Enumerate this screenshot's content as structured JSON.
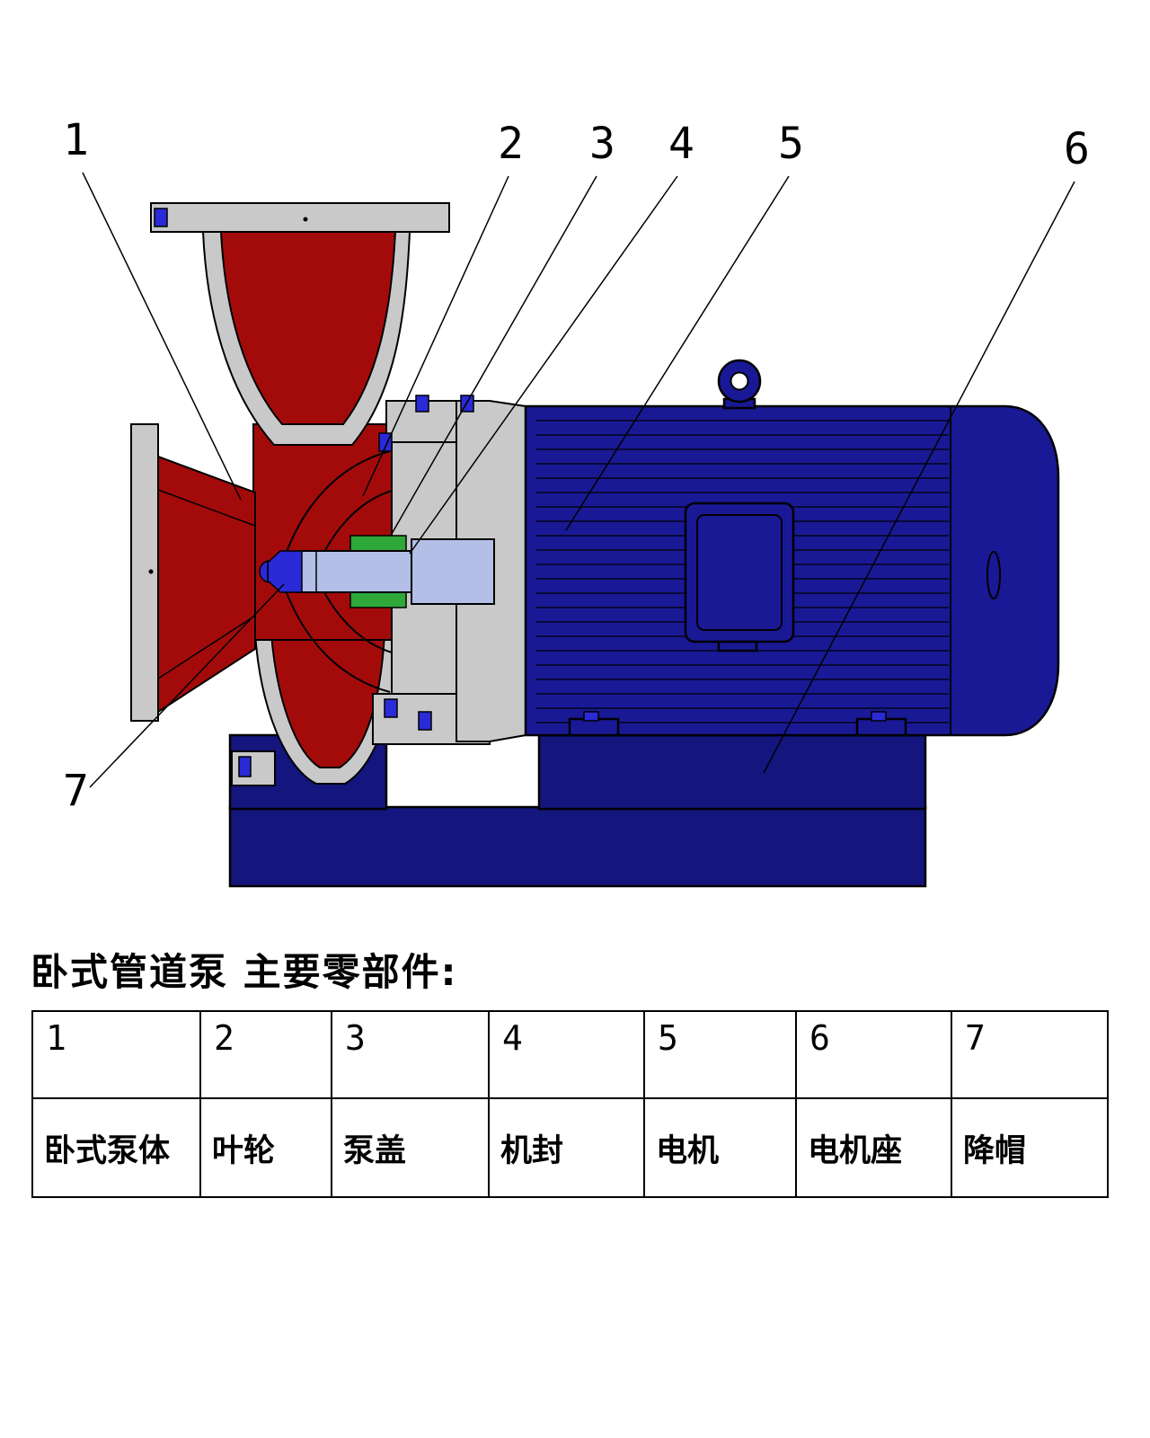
{
  "title": "卧式管道泵 主要零部件:",
  "callouts": [
    "1",
    "2",
    "3",
    "4",
    "5",
    "6",
    "7"
  ],
  "table": {
    "numbers": [
      "1",
      "2",
      "3",
      "4",
      "5",
      "6",
      "7"
    ],
    "names": [
      "卧式泵体",
      "叶轮",
      "泵盖",
      "机封",
      "电机",
      "电机座",
      "降帽"
    ]
  },
  "parts_legend": [
    {
      "no": "1",
      "name": "卧式泵体"
    },
    {
      "no": "2",
      "name": "叶轮"
    },
    {
      "no": "3",
      "name": "泵盖"
    },
    {
      "no": "4",
      "name": "机封"
    },
    {
      "no": "5",
      "name": "电机"
    },
    {
      "no": "6",
      "name": "电机座"
    },
    {
      "no": "7",
      "name": "降帽"
    }
  ],
  "colors": {
    "pump_red": "#a30b0b",
    "motor_blue": "#191996",
    "base_blue": "#15157e",
    "casing_gray": "#c9c9c9",
    "shaft_blue": "#b3bfe6",
    "seal_green": "#2fa83a",
    "bolt_blue": "#2a2ad6"
  }
}
